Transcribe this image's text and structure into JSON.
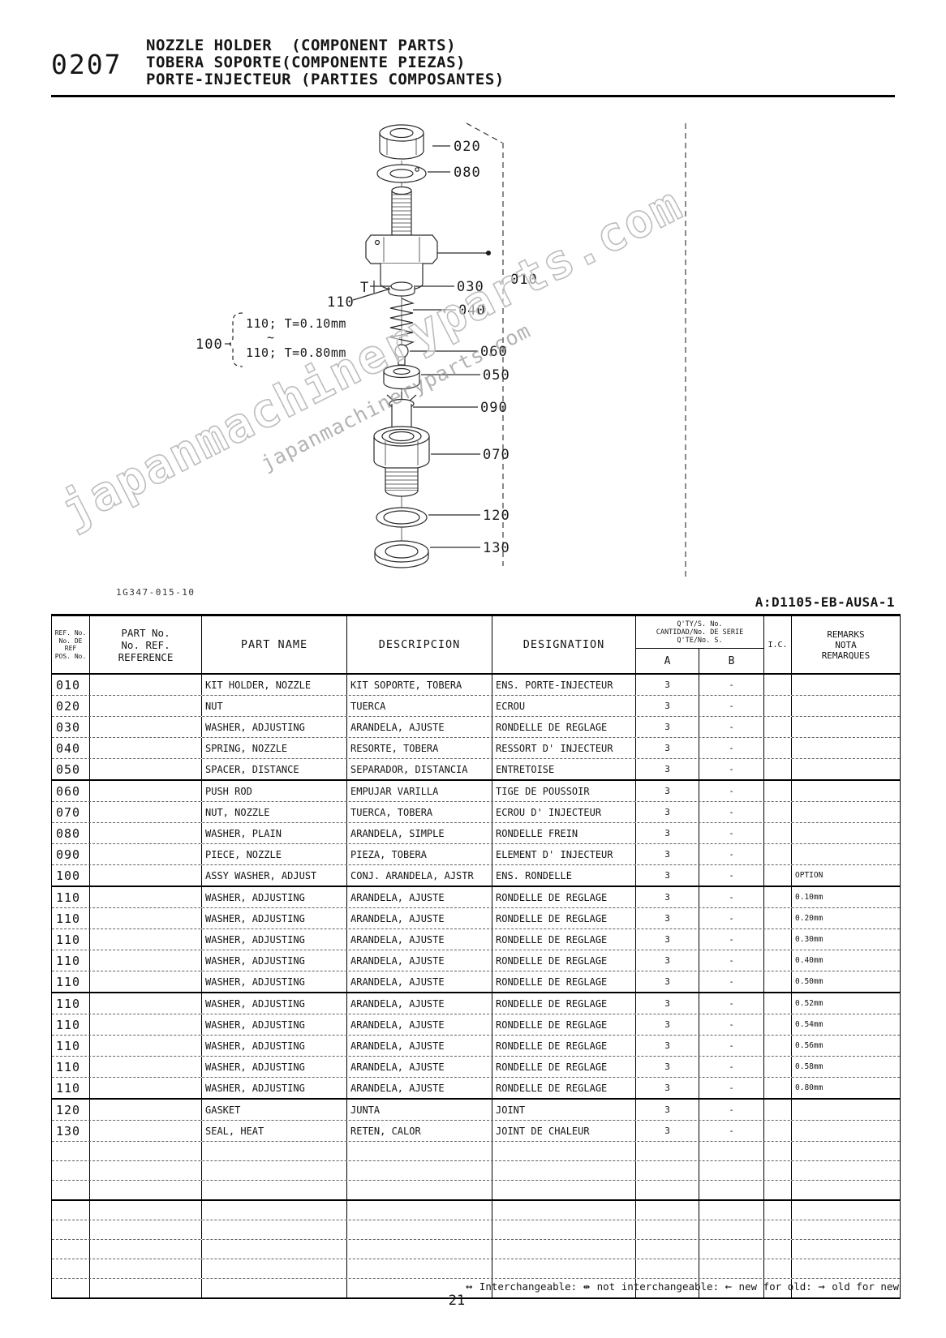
{
  "header": {
    "code": "0207",
    "title_en": "NOZZLE HOLDER  (COMPONENT PARTS)",
    "title_es": "TOBERA SOPORTE(COMPONENTE PIEZAS)",
    "title_fr": "PORTE-INJECTEUR (PARTIES COMPOSANTES)"
  },
  "diagram": {
    "figure_code": "1G347-015-10",
    "watermark_large": "japanmachineryparts.com",
    "watermark_small": "japanmachineryparts.com",
    "labels": {
      "l020": "020",
      "l080": "080",
      "l010": "010",
      "l030": "030",
      "l040": "040",
      "l060": "060",
      "l050": "050",
      "l090": "090",
      "l070": "070",
      "l120": "120",
      "l130": "130",
      "t": "T",
      "l110": "110"
    },
    "adjust_note": {
      "ref": "100",
      "line1": "110; T=0.10mm",
      "tilde": "~",
      "line2": "110; T=0.80mm"
    }
  },
  "table": {
    "model_code": "A:D1105-EB-AUSA-1",
    "header": {
      "ref": [
        "REF. No.",
        "No. DE REF",
        "POS. No."
      ],
      "part_no": [
        "PART No.",
        "No. REF.",
        "REFERENCE"
      ],
      "part_name": "PART NAME",
      "descripcion": "DESCRIPCION",
      "designation": "DESIGNATION",
      "qty": [
        "Q'TY/S. No.",
        "CANTIDAD/No. DE SERIE",
        "Q'TE/No. S."
      ],
      "qty_a": "A",
      "qty_b": "B",
      "ic": "I.C.",
      "remarks": [
        "REMARKS",
        "NOTA",
        "REMARQUES"
      ]
    },
    "rows": [
      {
        "ref": "010",
        "part_no": "",
        "name": "KIT HOLDER, NOZZLE",
        "desc": "KIT SOPORTE, TOBERA",
        "desig": "ENS. PORTE-INJECTEUR",
        "a": "3",
        "b": "-",
        "ic": "",
        "remarks": ""
      },
      {
        "ref": "020",
        "part_no": "",
        "name": "NUT",
        "desc": "TUERCA",
        "desig": "ECROU",
        "a": "3",
        "b": "-",
        "ic": "",
        "remarks": ""
      },
      {
        "ref": "030",
        "part_no": "",
        "name": "WASHER, ADJUSTING",
        "desc": "ARANDELA, AJUSTE",
        "desig": "RONDELLE DE REGLAGE",
        "a": "3",
        "b": "-",
        "ic": "",
        "remarks": ""
      },
      {
        "ref": "040",
        "part_no": "",
        "name": "SPRING, NOZZLE",
        "desc": "RESORTE, TOBERA",
        "desig": "RESSORT D' INJECTEUR",
        "a": "3",
        "b": "-",
        "ic": "",
        "remarks": ""
      },
      {
        "ref": "050",
        "part_no": "",
        "name": "SPACER, DISTANCE",
        "desc": "SEPARADOR, DISTANCIA",
        "desig": "ENTRETOISE",
        "a": "3",
        "b": "-",
        "ic": "",
        "remarks": "",
        "group_end": true
      },
      {
        "ref": "060",
        "part_no": "",
        "name": "PUSH ROD",
        "desc": "EMPUJAR VARILLA",
        "desig": "TIGE DE POUSSOIR",
        "a": "3",
        "b": "-",
        "ic": "",
        "remarks": ""
      },
      {
        "ref": "070",
        "part_no": "",
        "name": "NUT, NOZZLE",
        "desc": "TUERCA, TOBERA",
        "desig": "ECROU D' INJECTEUR",
        "a": "3",
        "b": "-",
        "ic": "",
        "remarks": ""
      },
      {
        "ref": "080",
        "part_no": "",
        "name": "WASHER, PLAIN",
        "desc": "ARANDELA, SIMPLE",
        "desig": "RONDELLE FREIN",
        "a": "3",
        "b": "-",
        "ic": "",
        "remarks": ""
      },
      {
        "ref": "090",
        "part_no": "",
        "name": "PIECE, NOZZLE",
        "desc": "PIEZA, TOBERA",
        "desig": "ELEMENT D' INJECTEUR",
        "a": "3",
        "b": "-",
        "ic": "",
        "remarks": ""
      },
      {
        "ref": "100",
        "part_no": "",
        "name": "ASSY WASHER, ADJUST",
        "desc": "CONJ. ARANDELA, AJSTR",
        "desig": "ENS. RONDELLE",
        "a": "3",
        "b": "-",
        "ic": "",
        "remarks": "OPTION",
        "group_end": true
      },
      {
        "ref": "110",
        "part_no": "",
        "name": "WASHER, ADJUSTING",
        "desc": "ARANDELA, AJUSTE",
        "desig": "RONDELLE DE REGLAGE",
        "a": "3",
        "b": "-",
        "ic": "",
        "remarks": "0.10mm"
      },
      {
        "ref": "110",
        "part_no": "",
        "name": "WASHER, ADJUSTING",
        "desc": "ARANDELA, AJUSTE",
        "desig": "RONDELLE DE REGLAGE",
        "a": "3",
        "b": "-",
        "ic": "",
        "remarks": "0.20mm"
      },
      {
        "ref": "110",
        "part_no": "",
        "name": "WASHER, ADJUSTING",
        "desc": "ARANDELA, AJUSTE",
        "desig": "RONDELLE DE REGLAGE",
        "a": "3",
        "b": "-",
        "ic": "",
        "remarks": "0.30mm"
      },
      {
        "ref": "110",
        "part_no": "",
        "name": "WASHER, ADJUSTING",
        "desc": "ARANDELA, AJUSTE",
        "desig": "RONDELLE DE REGLAGE",
        "a": "3",
        "b": "-",
        "ic": "",
        "remarks": "0.40mm"
      },
      {
        "ref": "110",
        "part_no": "",
        "name": "WASHER, ADJUSTING",
        "desc": "ARANDELA, AJUSTE",
        "desig": "RONDELLE DE REGLAGE",
        "a": "3",
        "b": "-",
        "ic": "",
        "remarks": "0.50mm",
        "group_end": true
      },
      {
        "ref": "110",
        "part_no": "",
        "name": "WASHER, ADJUSTING",
        "desc": "ARANDELA, AJUSTE",
        "desig": "RONDELLE DE REGLAGE",
        "a": "3",
        "b": "-",
        "ic": "",
        "remarks": "0.52mm"
      },
      {
        "ref": "110",
        "part_no": "",
        "name": "WASHER, ADJUSTING",
        "desc": "ARANDELA, AJUSTE",
        "desig": "RONDELLE DE REGLAGE",
        "a": "3",
        "b": "-",
        "ic": "",
        "remarks": "0.54mm"
      },
      {
        "ref": "110",
        "part_no": "",
        "name": "WASHER, ADJUSTING",
        "desc": "ARANDELA, AJUSTE",
        "desig": "RONDELLE DE REGLAGE",
        "a": "3",
        "b": "-",
        "ic": "",
        "remarks": "0.56mm"
      },
      {
        "ref": "110",
        "part_no": "",
        "name": "WASHER, ADJUSTING",
        "desc": "ARANDELA, AJUSTE",
        "desig": "RONDELLE DE REGLAGE",
        "a": "3",
        "b": "-",
        "ic": "",
        "remarks": "0.58mm"
      },
      {
        "ref": "110",
        "part_no": "",
        "name": "WASHER, ADJUSTING",
        "desc": "ARANDELA, AJUSTE",
        "desig": "RONDELLE DE REGLAGE",
        "a": "3",
        "b": "-",
        "ic": "",
        "remarks": "0.80mm",
        "group_end": true
      },
      {
        "ref": "120",
        "part_no": "",
        "name": "GASKET",
        "desc": "JUNTA",
        "desig": "JOINT",
        "a": "3",
        "b": "-",
        "ic": "",
        "remarks": ""
      },
      {
        "ref": "130",
        "part_no": "",
        "name": "SEAL, HEAT",
        "desc": "RETEN, CALOR",
        "desig": "JOINT DE CHALEUR",
        "a": "3",
        "b": "-",
        "ic": "",
        "remarks": ""
      },
      {
        "empty": true
      },
      {
        "empty": true
      },
      {
        "empty": true,
        "group_end": true
      },
      {
        "empty": true
      },
      {
        "empty": true
      },
      {
        "empty": true
      },
      {
        "empty": true
      },
      {
        "empty": true
      }
    ]
  },
  "footer": {
    "legend_items": [
      {
        "symbol": "↔",
        "text": "Interchangeable:"
      },
      {
        "symbol": "↮",
        "text": "not interchangeable:"
      },
      {
        "symbol": "←",
        "text": "new for old:"
      },
      {
        "symbol": "→",
        "text": "old for new"
      }
    ],
    "page_number": "21"
  }
}
